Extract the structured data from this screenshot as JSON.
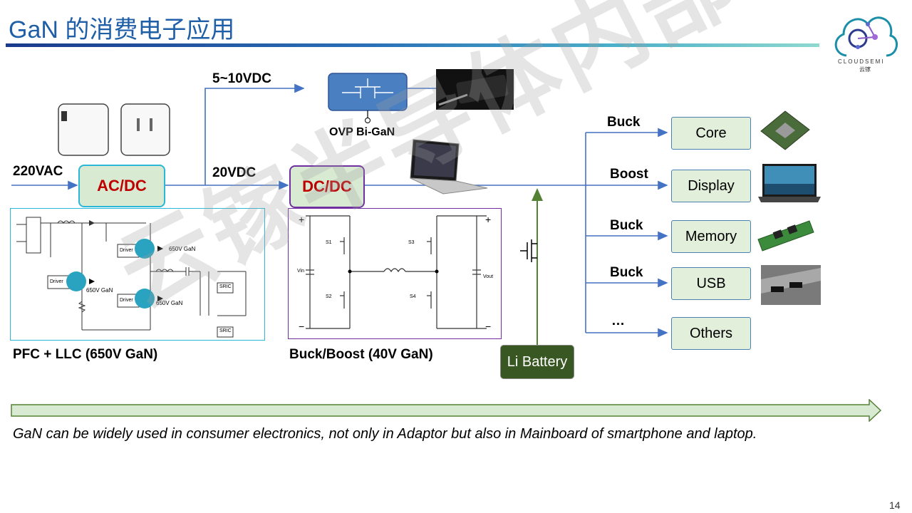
{
  "header": {
    "title": "GaN 的消费电子应用"
  },
  "logo": {
    "text": "CLOUDSEMI",
    "subtext": "云镓"
  },
  "input_label": "220VAC",
  "blocks": {
    "acdc": "AC/DC",
    "dcdc": "DC/DC",
    "battery": "Li Battery"
  },
  "bus_labels": {
    "low": "5~10VDC",
    "high": "20VDC"
  },
  "ovp_label": "OVP Bi-GaN",
  "circuit_left": {
    "caption": "PFC + LLC (650V GaN)",
    "driver": "Driver",
    "gan_650": "650V GaN",
    "sric": "SRIC"
  },
  "circuit_right": {
    "caption": "Buck/Boost (40V GaN)",
    "vin": "Vin",
    "vout": "Vout",
    "switches": [
      "S1",
      "S2",
      "S3",
      "S4"
    ]
  },
  "outputs": [
    {
      "conv": "Buck",
      "label": "Core"
    },
    {
      "conv": "Boost",
      "label": "Display"
    },
    {
      "conv": "Buck",
      "label": "Memory"
    },
    {
      "conv": "Buck",
      "label": "USB"
    },
    {
      "conv": "…",
      "label": "Others"
    }
  ],
  "caption": "GaN can be widely used in consumer electronics, not only in Adaptor but also in Mainboard of smartphone and laptop.",
  "page_number": "14",
  "watermark": "云镓半导体内部材料",
  "colors": {
    "title": "#1f5fa8",
    "arrow": "#4472c4",
    "block_fill": "#d9ead3",
    "battery": "#385723",
    "block_text": "#c00000"
  }
}
